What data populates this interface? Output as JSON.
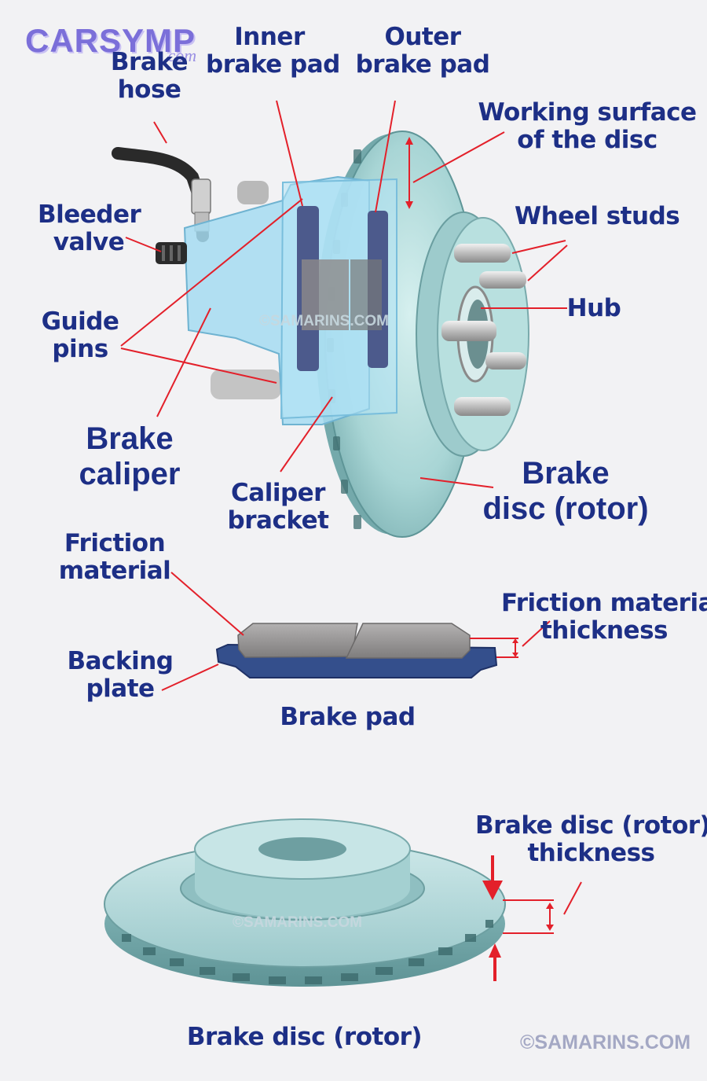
{
  "logo": {
    "brand": "CARSYMP",
    "suffix": ".com"
  },
  "watermarks": {
    "caliper": "©SAMARINS.COM",
    "rotor": "©SAMARINS.COM"
  },
  "copyright": "©SAMARINS.COM",
  "labels": {
    "brake_hose": [
      "Brake",
      "hose"
    ],
    "inner_pad": [
      "Inner",
      "brake pad"
    ],
    "outer_pad": [
      "Outer",
      "brake pad"
    ],
    "working_surface": [
      "Working surface",
      "of the disc"
    ],
    "wheel_studs": [
      "Wheel studs"
    ],
    "hub": [
      "Hub"
    ],
    "bleeder": [
      "Bleeder",
      "valve"
    ],
    "guide_pins": [
      "Guide",
      "pins"
    ],
    "caliper": [
      "Brake",
      "caliper"
    ],
    "caliper_bracket": [
      "Caliper",
      "bracket"
    ],
    "rotor": [
      "Brake",
      "disc (rotor)"
    ],
    "friction": [
      "Friction",
      "material"
    ],
    "friction_thickness": [
      "Friction material",
      "thickness"
    ],
    "backing": [
      "Backing",
      "plate"
    ],
    "pad_caption": [
      "Brake pad"
    ],
    "rotor_thickness": [
      "Brake disc (rotor)",
      "thickness"
    ],
    "rotor_caption": [
      "Brake disc (rotor)"
    ]
  },
  "colors": {
    "label_text": "#1d2f86",
    "leader_line": "#e3202a",
    "rotor_fill": "#a9d6d6",
    "caliper_fill": "#a6dcf1",
    "pad_fill": "#9a9898",
    "backing_fill": "#344f8c"
  }
}
